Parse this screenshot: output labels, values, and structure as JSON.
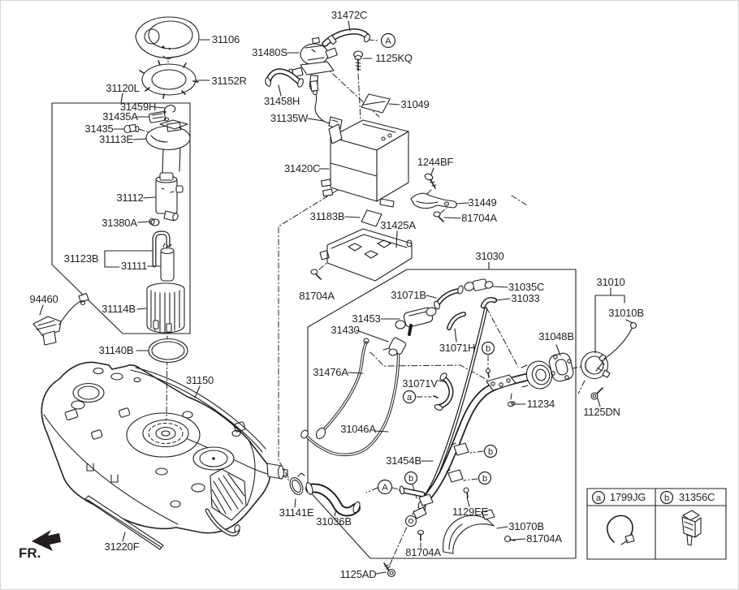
{
  "drawing": {
    "type": "fuel-system-parts-diagram",
    "line_color": "#231f20",
    "background": "#ffffff",
    "border_color": "#d6d6d6"
  },
  "part_labels": {
    "31106": "31106",
    "31152R": "31152R",
    "31120L": "31120L",
    "31459H": "31459H",
    "31435A": "31435A",
    "31435": "31435",
    "31113E": "31113E",
    "31112": "31112",
    "31380A": "31380A",
    "31123B": "31123B",
    "31111": "31111",
    "94460": "94460",
    "31114B": "31114B",
    "31140B": "31140B",
    "31150": "31150",
    "31220F": "31220F",
    "31472C": "31472C",
    "31480S": "31480S",
    "1125KQ": "1125KQ",
    "31458H": "31458H",
    "31135W": "31135W",
    "31049": "31049",
    "31420C": "31420C",
    "1244BF": "1244BF",
    "31449": "31449",
    "81704A": "81704A",
    "31183B": "31183B",
    "31425A": "31425A",
    "31030": "31030",
    "31071B": "31071B",
    "31035C": "31035C",
    "31033": "31033",
    "31453": "31453",
    "31430": "31430",
    "31071H": "31071H",
    "31048B": "31048B",
    "31010": "31010",
    "31010B": "31010B",
    "31476A": "31476A",
    "31071V": "31071V",
    "11234": "11234",
    "1125DN": "1125DN",
    "31046A": "31046A",
    "31454B": "31454B",
    "31141E": "31141E",
    "31036B": "31036B",
    "1129EE": "1129EE",
    "31070B": "31070B",
    "1125AD": "1125AD"
  },
  "callout_letters": {
    "A": "A",
    "a": "a",
    "b": "b"
  },
  "legend": {
    "items": [
      {
        "letter": "a",
        "code": "1799JG"
      },
      {
        "letter": "b",
        "code": "31356C"
      }
    ]
  },
  "orientation": {
    "label": "FR."
  }
}
